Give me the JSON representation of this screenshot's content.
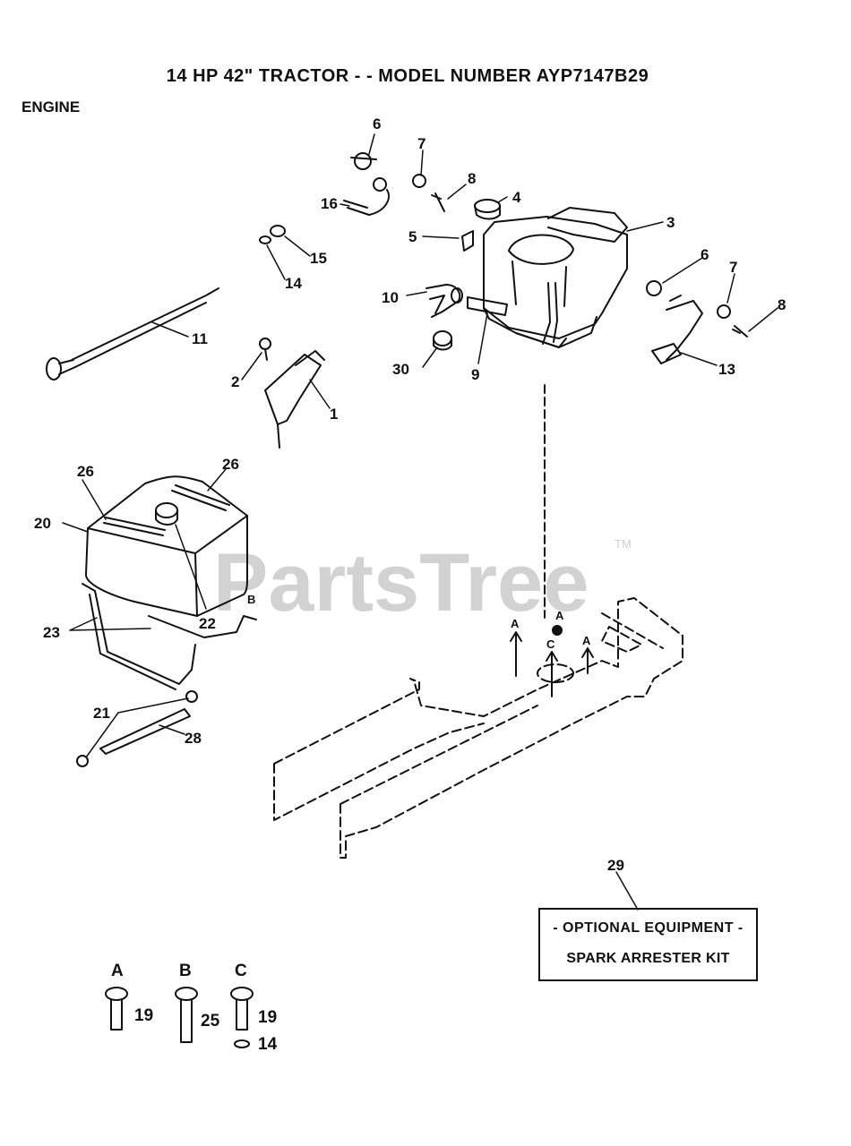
{
  "header": {
    "title": "14 HP 42\" TRACTOR - - MODEL NUMBER AYP7147B29",
    "section": "ENGINE"
  },
  "watermark": {
    "brand": "PartsTree",
    "trademark": "TM"
  },
  "callouts": {
    "c1": "1",
    "c2": "2",
    "c3": "3",
    "c4": "4",
    "c5": "5",
    "c6a": "6",
    "c6b": "6",
    "c7a": "7",
    "c7b": "7",
    "c8a": "8",
    "c8b": "8",
    "c9": "9",
    "c10": "10",
    "c11": "11",
    "c13": "13",
    "c14": "14",
    "c15": "15",
    "c16": "16",
    "c20": "20",
    "c21": "21",
    "c22": "22",
    "c23": "23",
    "c26a": "26",
    "c26b": "26",
    "c28": "28",
    "c29": "29",
    "c30": "30"
  },
  "frame_markers": {
    "a1": "A",
    "a2": "A",
    "a3": "A",
    "c": "C",
    "b": "B"
  },
  "hardware_key": {
    "a_letter": "A",
    "a_part": "19",
    "b_letter": "B",
    "b_part": "25",
    "c_letter": "C",
    "c_part": "19",
    "c_washer": "14"
  },
  "optional_kit": {
    "line1": "- OPTIONAL EQUIPMENT -",
    "line2": "SPARK ARRESTER KIT"
  }
}
